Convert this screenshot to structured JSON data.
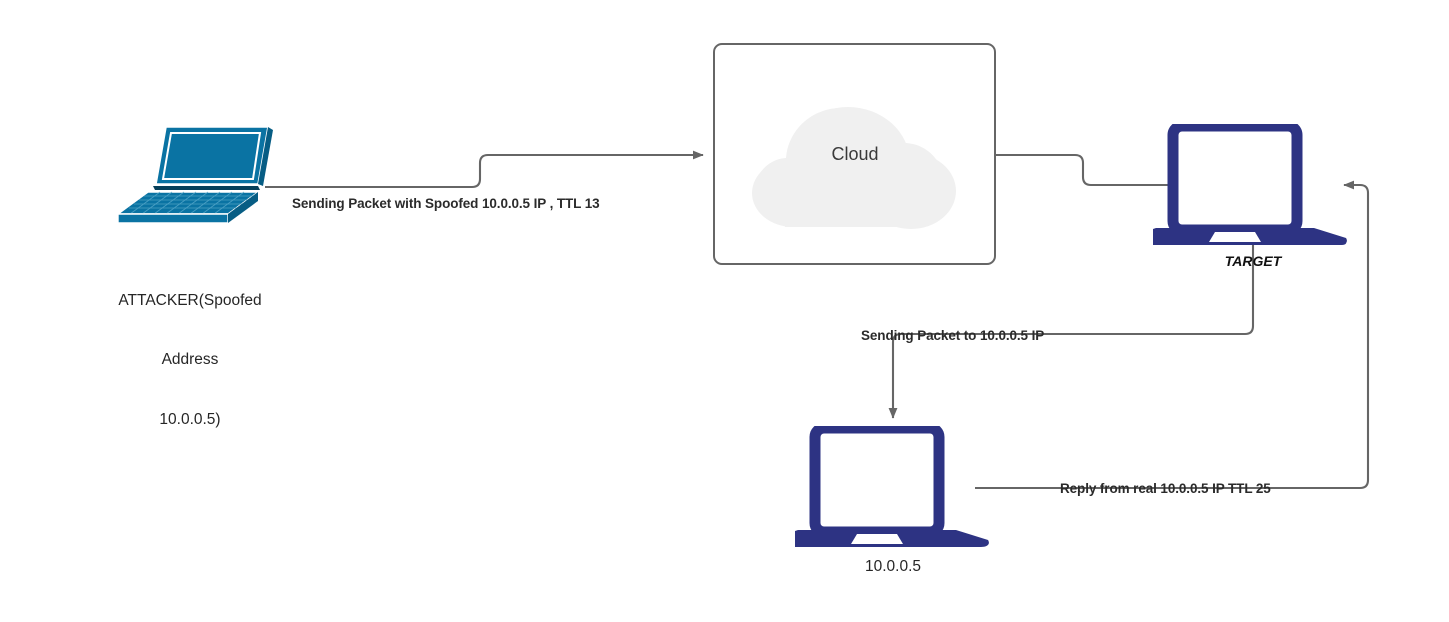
{
  "diagram": {
    "title": "IP Spoofing Attack Flow",
    "background": "#ffffff",
    "wire_color": "#666666",
    "attacker_color": "#0a73a3",
    "device_color": "#2d3383",
    "cloud_fill": "#f0f0f0",
    "box_border": "#666666"
  },
  "nodes": {
    "attacker": {
      "icon": "laptop-isometric-icon",
      "label_line1": "ATTACKER(Spoofed",
      "label_line2": "Address",
      "label_line3": "10.0.0.5)",
      "color": "#0a73a3"
    },
    "cloud": {
      "icon": "cloud-icon",
      "label": "Cloud",
      "fill": "#f0f0f0"
    },
    "target": {
      "icon": "laptop-front-icon",
      "label": "TARGET",
      "color": "#2d3383"
    },
    "victim": {
      "icon": "laptop-front-icon",
      "label": "10.0.0.5",
      "color": "#2d3383"
    }
  },
  "edges": {
    "attacker_to_cloud": {
      "label": "Sending Packet with Spoofed 10.0.0.5 IP , TTL 13",
      "from": "attacker",
      "to": "cloud",
      "arrow": true
    },
    "cloud_to_target": {
      "label": "",
      "from": "cloud",
      "to": "target",
      "arrow": false
    },
    "target_to_victim": {
      "label": "Sending Packet to 10.0.0.5 IP",
      "from": "target",
      "to": "victim",
      "arrow": true
    },
    "victim_to_target": {
      "label": "Reply from real 10.0.0.5 IP TTL 25",
      "from": "victim",
      "to": "target",
      "arrow": true
    }
  }
}
